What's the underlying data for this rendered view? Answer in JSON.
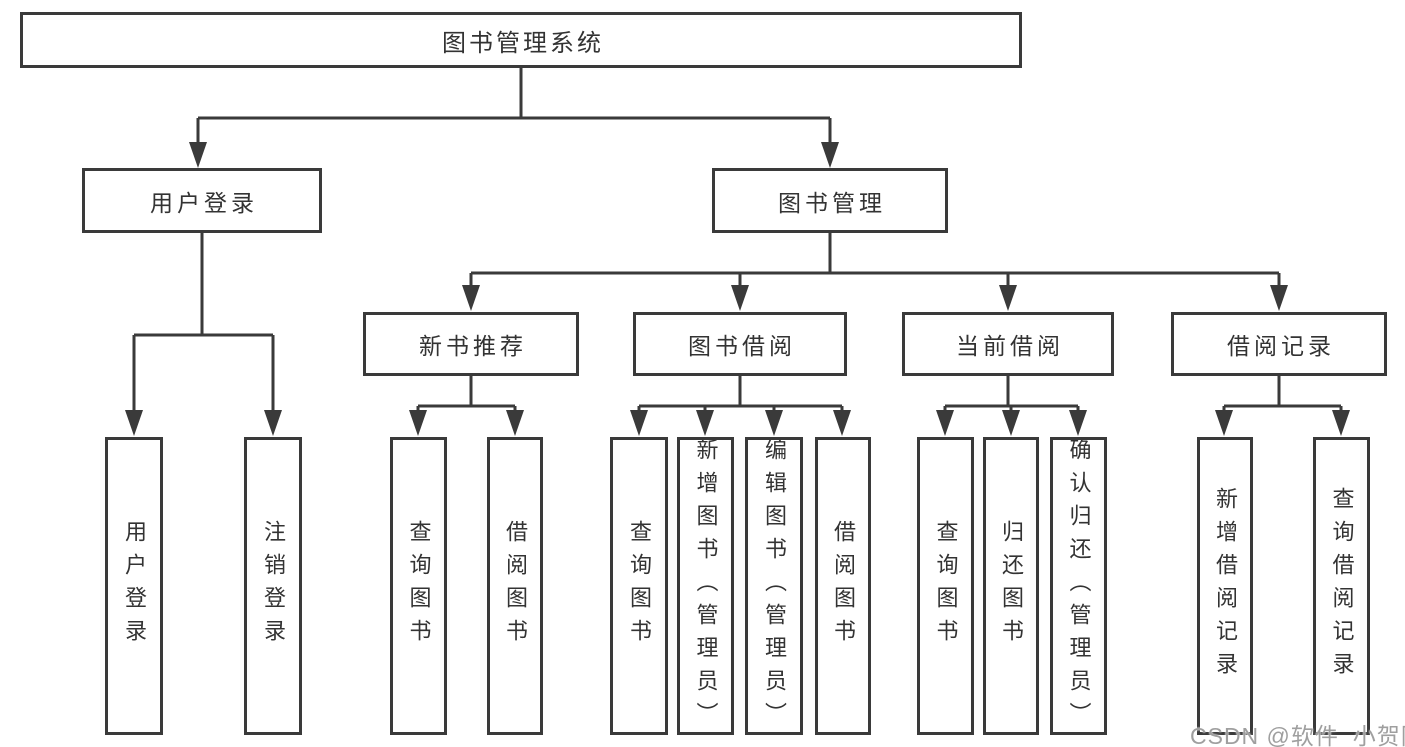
{
  "diagram": {
    "title": "图书管理系统",
    "root": {
      "label": "图书管理系统"
    },
    "user_branch": {
      "label": "用户登录",
      "children": [
        {
          "label": "用户登录"
        },
        {
          "label": "注销登录"
        }
      ]
    },
    "book_branch": {
      "label": "图书管理",
      "modules": [
        {
          "label": "新书推荐",
          "children": [
            {
              "label": "查询图书"
            },
            {
              "label": "借阅图书"
            }
          ]
        },
        {
          "label": "图书借阅",
          "children": [
            {
              "label": "查询图书"
            },
            {
              "label": "新增图书（管理员）"
            },
            {
              "label": "编辑图书（管理员）"
            },
            {
              "label": "借阅图书"
            }
          ]
        },
        {
          "label": "当前借阅",
          "children": [
            {
              "label": "查询图书"
            },
            {
              "label": "归还图书"
            },
            {
              "label": "确认归还（管理员）"
            }
          ]
        },
        {
          "label": "借阅记录",
          "children": [
            {
              "label": "新增借阅记录"
            },
            {
              "label": "查询借阅记录"
            }
          ]
        }
      ]
    }
  },
  "watermark": {
    "text": "CSDN @软件_小贺同学"
  },
  "colors": {
    "line": "#3a3a3a",
    "box_border": "#3a3a3a",
    "text": "#333333",
    "watermark_gray": "#878787",
    "background": "#ffffff"
  }
}
